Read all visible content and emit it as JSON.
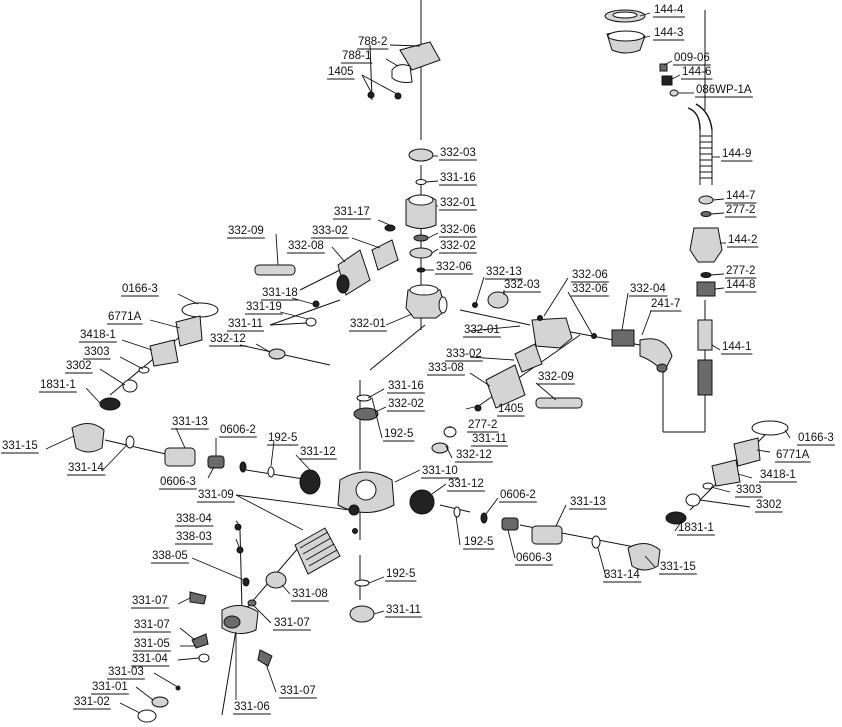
{
  "diagram": {
    "callouts": [
      {
        "id": "c01",
        "text": "144-4"
      },
      {
        "id": "c02",
        "text": "144-3"
      },
      {
        "id": "c03",
        "text": "009-06"
      },
      {
        "id": "c04",
        "text": "144-6"
      },
      {
        "id": "c05",
        "text": "086WP-1A"
      },
      {
        "id": "c06",
        "text": "144-9"
      },
      {
        "id": "c07",
        "text": "144-7"
      },
      {
        "id": "c08",
        "text": "277-2"
      },
      {
        "id": "c09",
        "text": "144-2"
      },
      {
        "id": "c10",
        "text": "277-2"
      },
      {
        "id": "c11",
        "text": "144-8"
      },
      {
        "id": "c12",
        "text": "241-7"
      },
      {
        "id": "c13",
        "text": "144-1"
      },
      {
        "id": "c14",
        "text": "788-2"
      },
      {
        "id": "c15",
        "text": "788-1"
      },
      {
        "id": "c16",
        "text": "1405"
      },
      {
        "id": "c17",
        "text": "332-03"
      },
      {
        "id": "c18",
        "text": "331-16"
      },
      {
        "id": "c19",
        "text": "331-17"
      },
      {
        "id": "c20",
        "text": "332-01"
      },
      {
        "id": "c21",
        "text": "332-09"
      },
      {
        "id": "c22",
        "text": "333-02"
      },
      {
        "id": "c23",
        "text": "332-06"
      },
      {
        "id": "c24",
        "text": "332-08"
      },
      {
        "id": "c25",
        "text": "332-02"
      },
      {
        "id": "c26",
        "text": "332-06"
      },
      {
        "id": "c27",
        "text": "332-13"
      },
      {
        "id": "c28",
        "text": "332-03"
      },
      {
        "id": "c29",
        "text": "332-06"
      },
      {
        "id": "c30",
        "text": "332-06"
      },
      {
        "id": "c31",
        "text": "332-04"
      },
      {
        "id": "c32",
        "text": "0166-3"
      },
      {
        "id": "c33",
        "text": "331-18"
      },
      {
        "id": "c34",
        "text": "331-19"
      },
      {
        "id": "c35",
        "text": "6771A"
      },
      {
        "id": "c36",
        "text": "331-11"
      },
      {
        "id": "c37",
        "text": "332-12"
      },
      {
        "id": "c38",
        "text": "332-01"
      },
      {
        "id": "c39",
        "text": "332-01"
      },
      {
        "id": "c40",
        "text": "3418-1"
      },
      {
        "id": "c41",
        "text": "3303"
      },
      {
        "id": "c42",
        "text": "333-02"
      },
      {
        "id": "c43",
        "text": "3302"
      },
      {
        "id": "c44",
        "text": "333-08"
      },
      {
        "id": "c45",
        "text": "332-09"
      },
      {
        "id": "c46",
        "text": "1831-1"
      },
      {
        "id": "c47",
        "text": "331-16"
      },
      {
        "id": "c48",
        "text": "1405"
      },
      {
        "id": "c49",
        "text": "332-02"
      },
      {
        "id": "c50",
        "text": "277-2"
      },
      {
        "id": "c51",
        "text": "331-13"
      },
      {
        "id": "c52",
        "text": "0606-2"
      },
      {
        "id": "c53",
        "text": "192-5"
      },
      {
        "id": "c54",
        "text": "331-11"
      },
      {
        "id": "c55",
        "text": "331-15"
      },
      {
        "id": "c56",
        "text": "332-12"
      },
      {
        "id": "c57",
        "text": "192-5"
      },
      {
        "id": "c58",
        "text": "331-12"
      },
      {
        "id": "c59",
        "text": "331-10"
      },
      {
        "id": "c60",
        "text": "0166-3"
      },
      {
        "id": "c61",
        "text": "331-14"
      },
      {
        "id": "c62",
        "text": "6771A"
      },
      {
        "id": "c63",
        "text": "0606-3"
      },
      {
        "id": "c64",
        "text": "331-12"
      },
      {
        "id": "c65",
        "text": "3418-1"
      },
      {
        "id": "c66",
        "text": "331-09"
      },
      {
        "id": "c67",
        "text": "0606-2"
      },
      {
        "id": "c68",
        "text": "3303"
      },
      {
        "id": "c69",
        "text": "331-13"
      },
      {
        "id": "c70",
        "text": "3302"
      },
      {
        "id": "c71",
        "text": "338-04"
      },
      {
        "id": "c72",
        "text": "1831-1"
      },
      {
        "id": "c73",
        "text": "338-03"
      },
      {
        "id": "c74",
        "text": "192-5"
      },
      {
        "id": "c75",
        "text": "0606-3"
      },
      {
        "id": "c76",
        "text": "338-05"
      },
      {
        "id": "c77",
        "text": "331-14"
      },
      {
        "id": "c78",
        "text": "331-15"
      },
      {
        "id": "c79",
        "text": "192-5"
      },
      {
        "id": "c80",
        "text": "331-07"
      },
      {
        "id": "c81",
        "text": "331-08"
      },
      {
        "id": "c82",
        "text": "331-07"
      },
      {
        "id": "c83",
        "text": "331-11"
      },
      {
        "id": "c84",
        "text": "331-07"
      },
      {
        "id": "c85",
        "text": "331-05"
      },
      {
        "id": "c86",
        "text": "331-04"
      },
      {
        "id": "c87",
        "text": "331-03"
      },
      {
        "id": "c88",
        "text": "331-07"
      },
      {
        "id": "c89",
        "text": "331-01"
      },
      {
        "id": "c90",
        "text": "331-02"
      },
      {
        "id": "c91",
        "text": "331-06"
      }
    ]
  }
}
